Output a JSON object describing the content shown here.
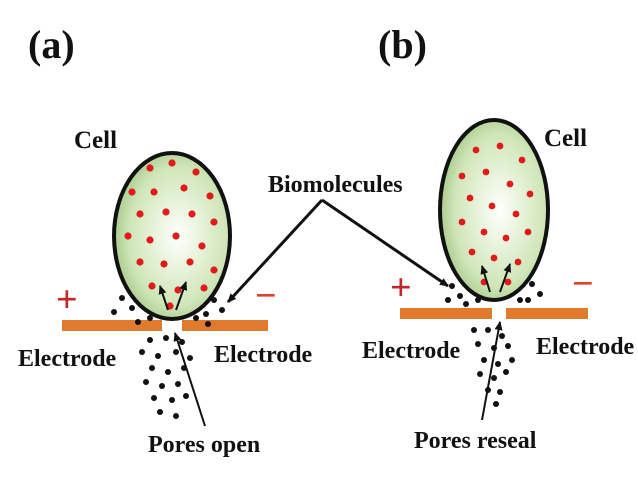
{
  "panels": {
    "a": {
      "label": "(a)",
      "cell_label": "Cell",
      "electrode_left": "Electrode",
      "electrode_right": "Electrode",
      "polarity_left": "+",
      "polarity_right": "−",
      "pores_label": "Pores open"
    },
    "b": {
      "label": "(b)",
      "cell_label": "Cell",
      "electrode_left": "Electrode",
      "electrode_right": "Electrode",
      "polarity_left": "+",
      "polarity_right": "−",
      "pores_label": "Pores reseal"
    }
  },
  "shared": {
    "biomolecules_label": "Biomolecules"
  },
  "colors": {
    "electrode": "#e07a2c",
    "plus": "#c0282a",
    "minus": "#d8452a",
    "biomolecule": "#e01b1b",
    "cell_fill": "#cfe6b8",
    "cell_outline": "#111111",
    "dots": "#111111"
  }
}
